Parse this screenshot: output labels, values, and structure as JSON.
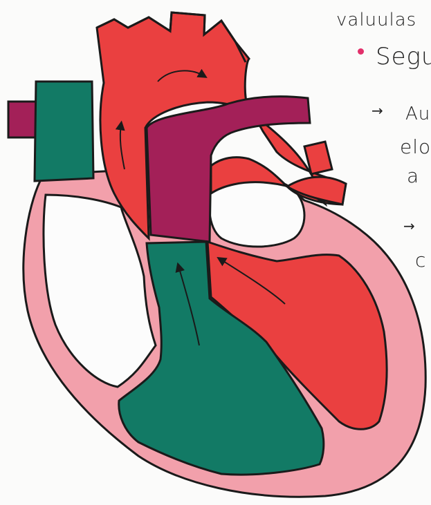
{
  "notes": {
    "title": "valuulas",
    "bullet_text": "Segu",
    "line1": "Au",
    "line2": "elo",
    "line3": "a",
    "line4": "c"
  },
  "colors": {
    "aorta_red": "#ea4040",
    "pulmonary_magenta": "#a32058",
    "vena_teal": "#127a65",
    "myocardium_pink": "#f2a0ab",
    "outline": "#1a1a1a",
    "bullet": "#e2306b"
  },
  "arrows": [
    {
      "name": "aortic-arch-flow-arrow"
    },
    {
      "name": "ascending-aorta-flow-arrow"
    },
    {
      "name": "left-ventricle-to-aorta-arrow"
    },
    {
      "name": "right-ventricle-to-pulmonary-arrow"
    }
  ]
}
